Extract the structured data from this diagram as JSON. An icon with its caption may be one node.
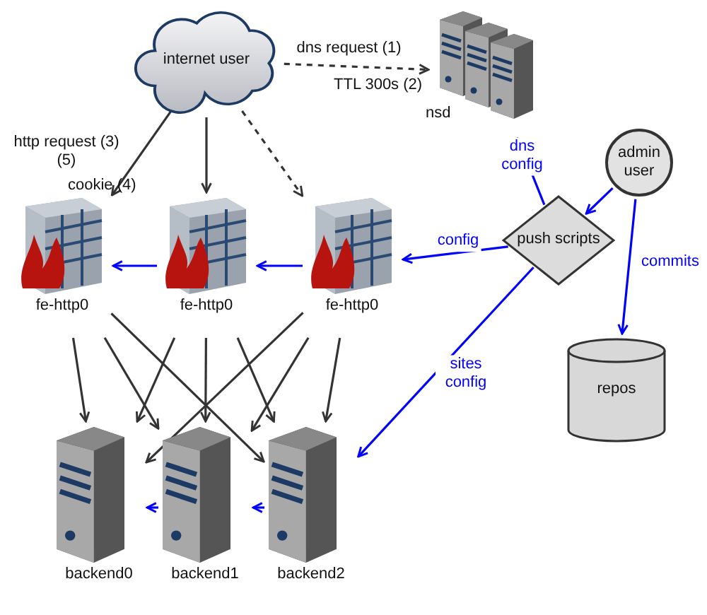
{
  "diagram": {
    "nodes": [
      {
        "text": [
          "internet user"
        ]
      },
      {
        "text": [
          "nsd"
        ]
      },
      {
        "text": [
          "admin user"
        ]
      },
      {
        "text": [
          "fe-http0"
        ]
      },
      {
        "text": [
          "fe-http0"
        ]
      },
      {
        "text": [
          "fe-http0"
        ]
      },
      {
        "text": [
          "push scripts"
        ]
      },
      {
        "text": [
          "repos"
        ]
      },
      {
        "text": [
          "backend0"
        ]
      },
      {
        "text": [
          "backend1"
        ]
      },
      {
        "text": [
          "backend2"
        ]
      }
    ],
    "edges": [
      {
        "from": 0,
        "to": 1,
        "arrow": "to",
        "style": "dashed",
        "label": "dns request (1)"
      },
      {
        "from": 0,
        "to": 3,
        "arrow": "to",
        "label": "http request (3) (5)"
      },
      {
        "from": 0,
        "to": 4,
        "arrow": "to"
      },
      {
        "from": 0,
        "to": 5,
        "arrow": "to",
        "style": "dashed"
      },
      {
        "from": 6,
        "to": 1,
        "arrow": "to",
        "color": "#0000ff",
        "label": "dns config"
      },
      {
        "from": 2,
        "to": 6,
        "arrow": "to",
        "color": "#0000ff"
      },
      {
        "from": 2,
        "to": 7,
        "arrow": "to",
        "color": "#0000ff",
        "label": "commits"
      },
      {
        "from": 6,
        "to": 5,
        "arrow": "to",
        "color": "#0000ff",
        "label": "config"
      },
      {
        "from": 5,
        "to": 4,
        "arrow": "to",
        "color": "#0000ff"
      },
      {
        "from": 4,
        "to": 3,
        "arrow": "to",
        "color": "#0000ff"
      },
      {
        "from": 6,
        "to": 10,
        "arrow": "to",
        "color": "#0000ff",
        "label": "sites config"
      },
      {
        "from": 3,
        "to": 8,
        "arrow": "to"
      },
      {
        "from": 3,
        "to": 9,
        "arrow": "to"
      },
      {
        "from": 3,
        "to": 10,
        "arrow": "to"
      },
      {
        "from": 4,
        "to": 8,
        "arrow": "to"
      },
      {
        "from": 4,
        "to": 9,
        "arrow": "to"
      },
      {
        "from": 4,
        "to": 10,
        "arrow": "to"
      },
      {
        "from": 5,
        "to": 8,
        "arrow": "to"
      },
      {
        "from": 5,
        "to": 9,
        "arrow": "to"
      },
      {
        "from": 5,
        "to": 10,
        "arrow": "to"
      },
      {
        "from": 10,
        "to": 9,
        "arrow": "to",
        "color": "#0000ff"
      },
      {
        "from": 9,
        "to": 8,
        "arrow": "to",
        "color": "#0000ff"
      }
    ],
    "labels": [
      "TTL 300s (2)",
      "cookie (4)"
    ]
  }
}
